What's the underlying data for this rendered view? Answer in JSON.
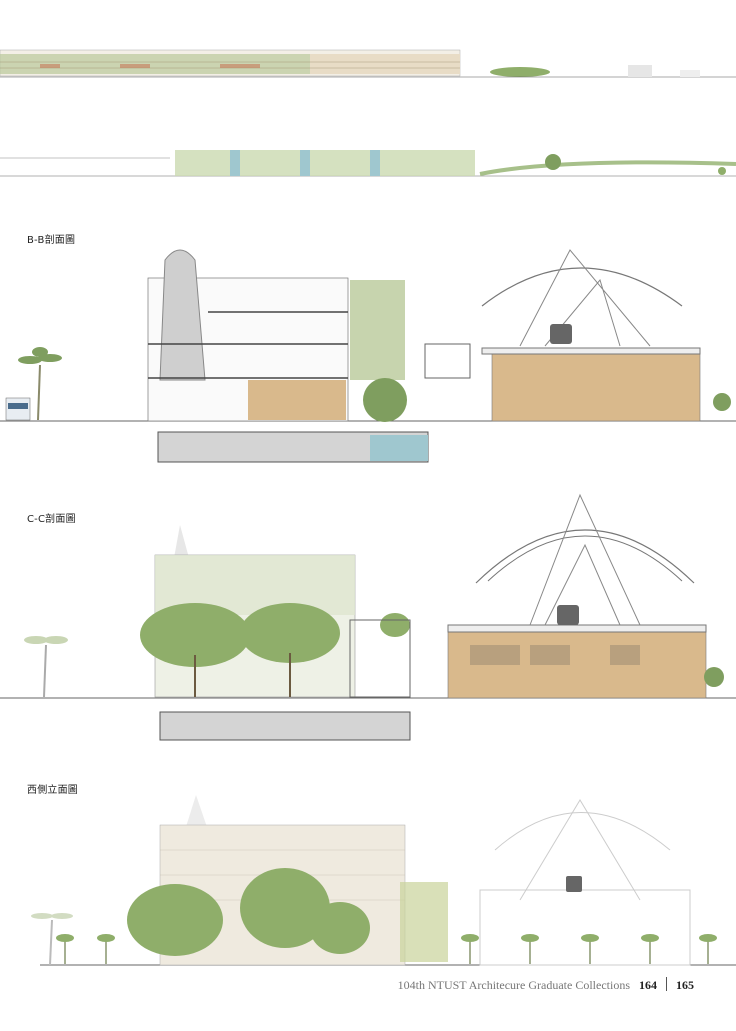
{
  "sections": {
    "bb": {
      "title": "B-B剖面圖"
    },
    "cc": {
      "title": "C-C剖面圖"
    },
    "west": {
      "title": "西側立面圖"
    }
  },
  "footer": {
    "collection": "104th NTUST Architecure Graduate Collections",
    "page_left": "164",
    "page_right": "165"
  },
  "colors": {
    "greenery": "#8fae6a",
    "timber": "#d9b98c",
    "concrete": "#b8b8b8",
    "glass": "#9fc7cf"
  }
}
